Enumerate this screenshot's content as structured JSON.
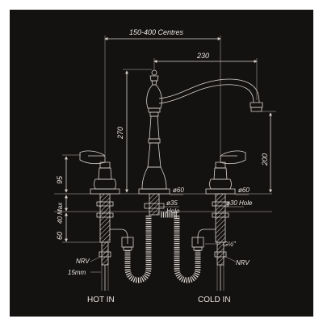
{
  "dimensions": {
    "centres": "150-400 Centres",
    "spout_reach": "230",
    "spout_height": "270",
    "outlet_height": "200",
    "handle_height": "95",
    "max_thickness": "40 Max",
    "tail_length": "60",
    "base_dia_main": "ø60",
    "base_dia_side": "ø60",
    "main_hole_dia": "ø35",
    "main_hole_word": "Hole",
    "side_hole": "ø30 Hole",
    "thread": "G½\"",
    "nrv_left": "NRV",
    "nrv_right": "NRV",
    "pipe_size": "15mm"
  },
  "labels": {
    "hot_in": "HOT IN",
    "cold_in": "COLD IN"
  },
  "colors": {
    "background": "#141111",
    "linework": "#d9d4cd"
  }
}
